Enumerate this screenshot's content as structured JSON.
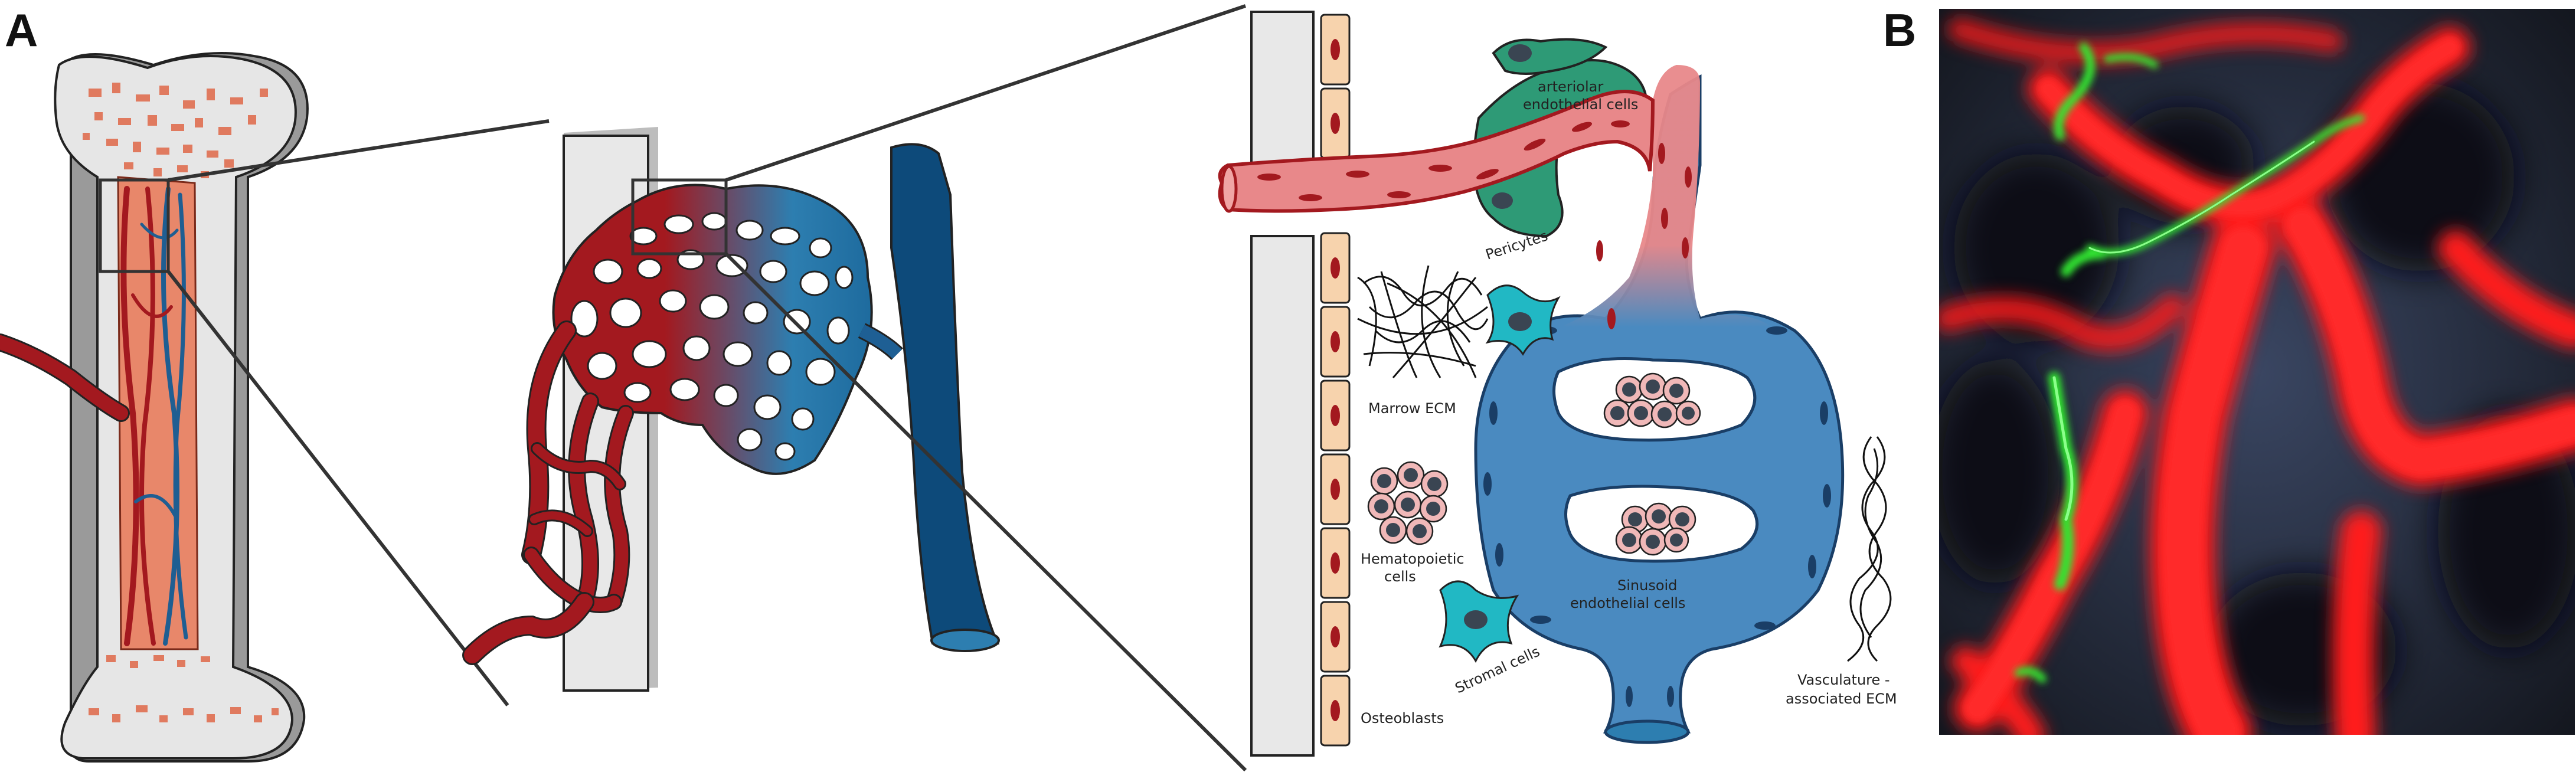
{
  "panels": {
    "a": "A",
    "b": "B"
  },
  "labels": {
    "arteriolar": [
      "arteriolar",
      "endothelial cells"
    ],
    "pericytes": "Pericytes",
    "marrow_ecm": "Marrow  ECM",
    "hematopoietic": [
      "Hematopoietic",
      "cells"
    ],
    "sinusoid": [
      "Sinusoid",
      "endothelial cells"
    ],
    "stromal": "Stromal cells",
    "osteoblasts": "Osteoblasts",
    "vasculature_ecm": [
      "Vasculature -",
      "associated  ECM"
    ]
  },
  "colors": {
    "artery": "#a3191f",
    "artery_light": "#e8888a",
    "vein": "#0d4a7a",
    "sinusoid": "#4a8ac0",
    "pericyte": "#2e9a76",
    "stromal": "#21b8c4",
    "osteoblast": "#f7d3ad",
    "bone": "#e6e6e6",
    "marrow": "#e07a5f",
    "microscopy_red": "#ff1a1a",
    "microscopy_green": "#33e633",
    "microscopy_bg": "#1a2030"
  },
  "icons": [
    "bone-illustration",
    "vascular-network-illustration",
    "microscopy-image"
  ]
}
